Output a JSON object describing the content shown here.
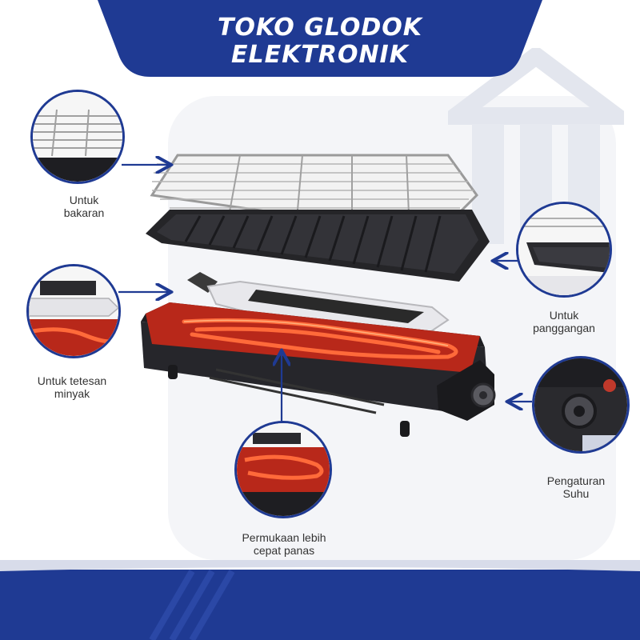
{
  "brand": {
    "line1": "TOKO GLODOK",
    "line2": "ELEKTRONIK"
  },
  "colors": {
    "navy": "#1f3a93",
    "heat": "#e2401c",
    "grill_black": "#1e1e22",
    "background": "#ffffff"
  },
  "features": [
    {
      "line1": "Untuk",
      "line2": "bakaran"
    },
    {
      "line1": "Untuk",
      "line2": "panggangan"
    },
    {
      "line1": "Untuk tetesan",
      "line2": "minyak"
    },
    {
      "line1": "Pengaturan",
      "line2": "Suhu"
    },
    {
      "line1": "Permukaan lebih",
      "line2": "cepat panas"
    }
  ]
}
